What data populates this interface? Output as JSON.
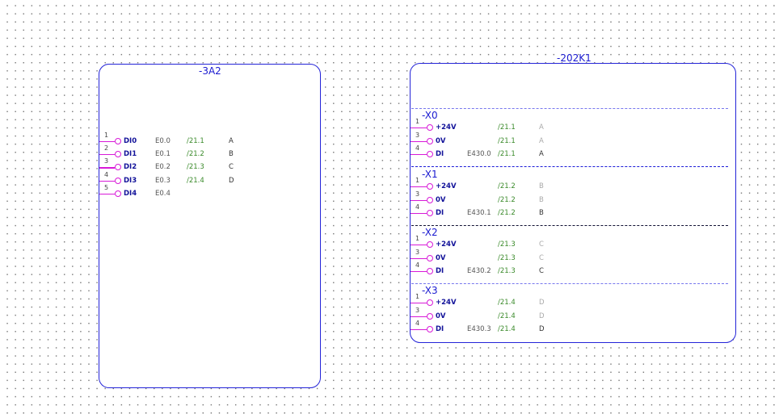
{
  "block_3a2": {
    "title": "-3A2",
    "pins": [
      {
        "num": "1",
        "name": "DI0",
        "addr": "E0.0",
        "ref": "/21.1",
        "letter": "A"
      },
      {
        "num": "2",
        "name": "DI1",
        "addr": "E0.1",
        "ref": "/21.2",
        "letter": "B"
      },
      {
        "num": "3",
        "name": "DI2",
        "addr": "E0.2",
        "ref": "/21.3",
        "letter": "C"
      },
      {
        "num": "4",
        "name": "DI3",
        "addr": "E0.3",
        "ref": "/21.4",
        "letter": "D"
      },
      {
        "num": "5",
        "name": "DI4",
        "addr": "E0.4",
        "ref": "",
        "letter": ""
      }
    ]
  },
  "block_202k1": {
    "title": "-202K1",
    "connectors": [
      {
        "label": "-X0",
        "pins": [
          {
            "num": "1",
            "name": "+24V",
            "addr": "",
            "ref": "/21.1",
            "letter": "A"
          },
          {
            "num": "3",
            "name": "0V",
            "addr": "",
            "ref": "/21.1",
            "letter": "A"
          },
          {
            "num": "4",
            "name": "DI",
            "addr": "E430.0",
            "ref": "/21.1",
            "letter": "A"
          }
        ]
      },
      {
        "label": "-X1",
        "pins": [
          {
            "num": "1",
            "name": "+24V",
            "addr": "",
            "ref": "/21.2",
            "letter": "B"
          },
          {
            "num": "3",
            "name": "0V",
            "addr": "",
            "ref": "/21.2",
            "letter": "B"
          },
          {
            "num": "4",
            "name": "DI",
            "addr": "E430.1",
            "ref": "/21.2",
            "letter": "B"
          }
        ]
      },
      {
        "label": "-X2",
        "pins": [
          {
            "num": "1",
            "name": "+24V",
            "addr": "",
            "ref": "/21.3",
            "letter": "C"
          },
          {
            "num": "3",
            "name": "0V",
            "addr": "",
            "ref": "/21.3",
            "letter": "C"
          },
          {
            "num": "4",
            "name": "DI",
            "addr": "E430.2",
            "ref": "/21.3",
            "letter": "C"
          }
        ]
      },
      {
        "label": "-X3",
        "pins": [
          {
            "num": "1",
            "name": "+24V",
            "addr": "",
            "ref": "/21.4",
            "letter": "D"
          },
          {
            "num": "3",
            "name": "0V",
            "addr": "",
            "ref": "/21.4",
            "letter": "D"
          },
          {
            "num": "4",
            "name": "DI",
            "addr": "E430.3",
            "ref": "/21.4",
            "letter": "D"
          }
        ]
      }
    ]
  },
  "colors": {
    "block_border": "#2424d8",
    "pin": "#d81ad8",
    "reference": "#3a8a2a",
    "dash_light": "#7777ee",
    "dash_blue": "#1a1ad8",
    "dash_dark": "#111133"
  }
}
